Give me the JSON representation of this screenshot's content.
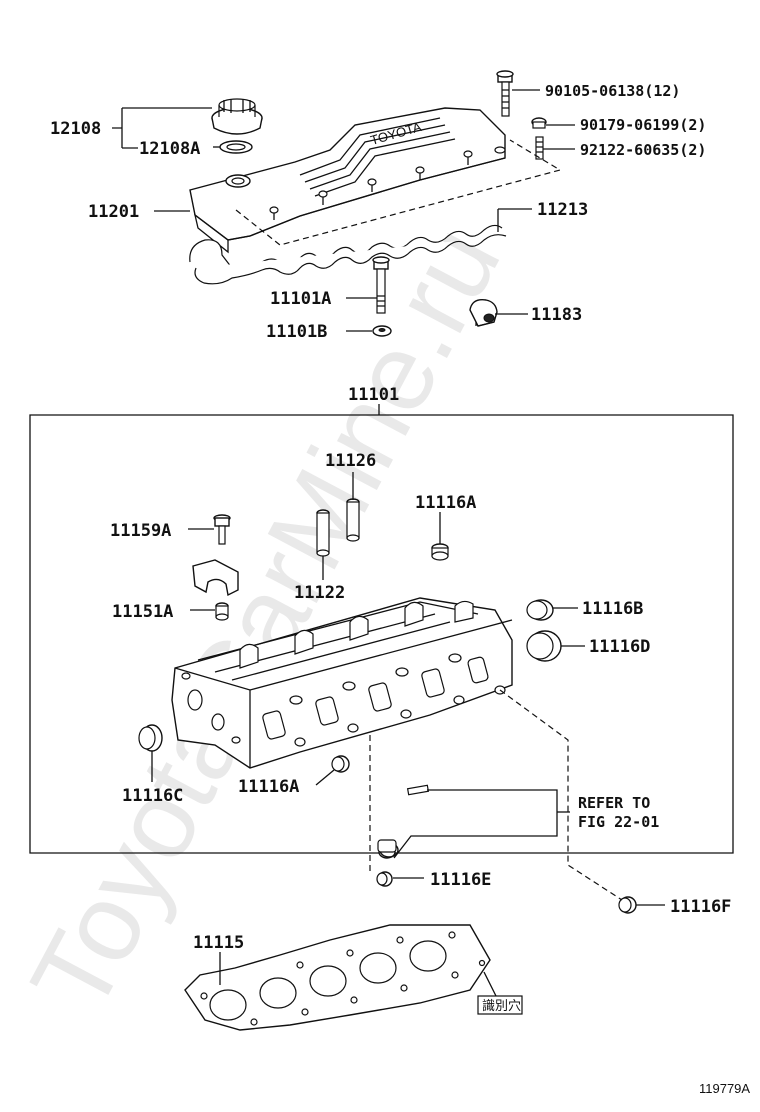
{
  "watermark": "ToyotaCarMine.ru",
  "diagram_id": "119779A",
  "stamp_text": "識別穴",
  "refer_note": {
    "line1": "REFER TO",
    "line2": "FIG 22-01"
  },
  "labels": {
    "p12108": "12108",
    "p12108A": "12108A",
    "p11201": "11201",
    "p90105": "90105-06138(12)",
    "p90179": "90179-06199(2)",
    "p92122": "92122-60635(2)",
    "p11213": "11213",
    "p11101A": "11101A",
    "p11101B": "11101B",
    "p11183": "11183",
    "p11101": "11101",
    "p11126": "11126",
    "p11116A_top": "11116A",
    "p11159A": "11159A",
    "p11122": "11122",
    "p11151A": "11151A",
    "p11116B": "11116B",
    "p11116D": "11116D",
    "p11116C": "11116C",
    "p11116A_bot": "11116A",
    "p11116E": "11116E",
    "p11116F": "11116F",
    "p11115": "11115"
  }
}
